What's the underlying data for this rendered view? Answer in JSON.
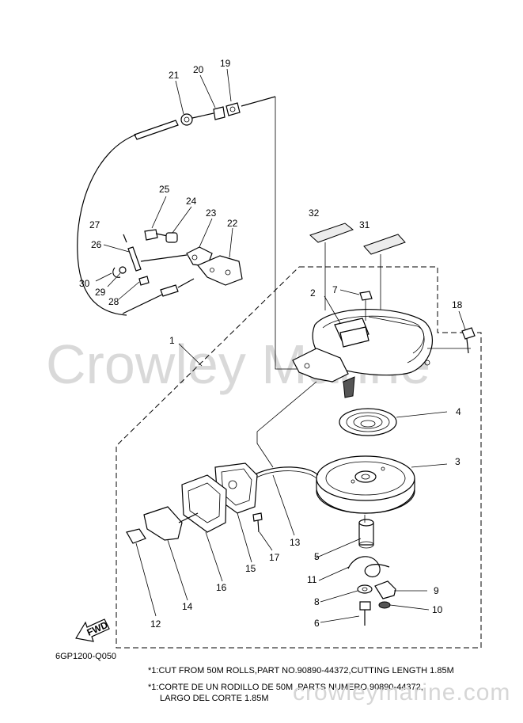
{
  "watermark": {
    "large": "Crowley Marine",
    "url": "crowleymarine.com"
  },
  "diagram_code": "6GP1200-Q050",
  "notes": [
    "*1:CUT FROM 50M ROLLS,PART NO.90890-44372,CUTTING LENGTH 1.85M",
    "*1:CORTE DE UN RODILLO DE 50M ,PARTS NUMERO 90890-44372,",
    "LARGO DEL CORTE 1.85M"
  ],
  "fwd_label": "FWD",
  "callouts": {
    "c1": "1",
    "c2": "2",
    "c3": "3",
    "c4": "4",
    "c5": "5",
    "c6": "6",
    "c7": "7",
    "c8": "8",
    "c9": "9",
    "c10": "10",
    "c11": "11",
    "c12": "12",
    "c13": "13",
    "c14": "14",
    "c15": "15",
    "c16": "16",
    "c17": "17",
    "c18": "18",
    "c19": "19",
    "c20": "20",
    "c21": "21",
    "c22": "22",
    "c23": "23",
    "c24": "24",
    "c25": "25",
    "c26": "26",
    "c27": "27",
    "c28": "28",
    "c29": "29",
    "c30": "30",
    "c31": "31",
    "c32": "32"
  }
}
